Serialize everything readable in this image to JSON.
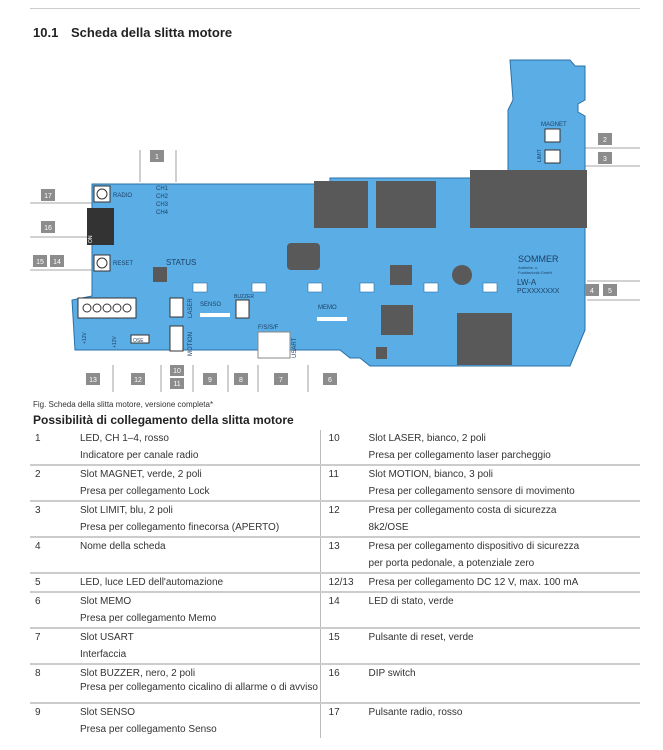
{
  "section": {
    "number": "10.1",
    "title": "Scheda della slitta motore"
  },
  "diagram": {
    "callouts": {
      "c1": "1",
      "c2": "2",
      "c3": "3",
      "c4": "4",
      "c5": "5",
      "c6": "6",
      "c7": "7",
      "c8": "8",
      "c9": "9",
      "c10": "10",
      "c11": "11",
      "c12": "12",
      "c13": "13",
      "c14": "14",
      "c15": "15",
      "c16": "16",
      "c17": "17"
    },
    "labels": {
      "radio": "RADIO",
      "reset": "RESET",
      "ch1": "CH1",
      "ch2": "CH2",
      "ch3": "CH3",
      "ch4": "CH4",
      "status": "STATUS",
      "senso": "SENSO",
      "buzzer": "BUZZER",
      "memo": "MEMO",
      "usart": "USART",
      "fssf": "F/S/S/F",
      "laser": "LASER",
      "motion": "MOTION",
      "magnet": "MAGNET",
      "limit": "LIMIT",
      "on": "ON",
      "ose": "OSE",
      "brand": "SOMMER",
      "brand_sub1": "Antriebs- u.",
      "brand_sub2": "Funktechnik GmbH",
      "board": "LW-A",
      "serial": "PCXXXXXXX",
      "v12": "+12V",
      "v12b": "+12V"
    }
  },
  "caption": "Fig. Scheda della slitta motore, versione completa*",
  "subheading": "Possibilità di collegamento della slitta motore",
  "rows": [
    {
      "l": {
        "n": "1",
        "lines": [
          "LED, CH 1–4, rosso",
          "Indicatore per canale radio"
        ]
      },
      "r": {
        "n": "10",
        "lines": [
          "Slot LASER, bianco, 2 poli",
          "Presa per collegamento laser parcheggio"
        ]
      }
    },
    {
      "l": {
        "n": "2",
        "lines": [
          "Slot MAGNET, verde, 2 poli",
          "Presa per collegamento Lock"
        ]
      },
      "r": {
        "n": "11",
        "lines": [
          "Slot MOTION, bianco, 3 poli",
          "Presa per collegamento sensore di movimento"
        ]
      }
    },
    {
      "l": {
        "n": "3",
        "lines": [
          "Slot LIMIT, blu, 2 poli",
          "Presa per collegamento finecorsa (APERTO)"
        ]
      },
      "r": {
        "n": "12",
        "lines": [
          "Presa per collegamento costa di sicurezza",
          "8k2/OSE"
        ]
      }
    },
    {
      "l": {
        "n": "4",
        "lines": [
          "Nome della scheda"
        ]
      },
      "r": {
        "n": "13",
        "lines": [
          "Presa per collegamento dispositivo di sicurezza",
          "per porta pedonale, a potenziale zero"
        ]
      }
    },
    {
      "l": {
        "n": "5",
        "lines": [
          "LED, luce LED dell'automazione"
        ]
      },
      "r": {
        "n": "12/13",
        "lines": [
          "Presa per collegamento DC 12 V, max. 100 mA"
        ]
      }
    },
    {
      "l": {
        "n": "6",
        "lines": [
          "Slot MEMO",
          "Presa per collegamento Memo"
        ]
      },
      "r": {
        "n": "14",
        "lines": [
          "LED di stato, verde"
        ]
      }
    },
    {
      "l": {
        "n": "7",
        "lines": [
          "Slot USART",
          "Interfaccia"
        ]
      },
      "r": {
        "n": "15",
        "lines": [
          "Pulsante di reset, verde"
        ]
      }
    },
    {
      "l": {
        "n": "8",
        "lines": [
          "Slot BUZZER, nero, 2 poli",
          "Presa per collegamento cicalino di allarme o di avviso"
        ]
      },
      "r": {
        "n": "16",
        "lines": [
          "DIP switch"
        ]
      }
    },
    {
      "l": {
        "n": "9",
        "lines": [
          "Slot SENSO",
          "Presa per collegamento Senso"
        ]
      },
      "r": {
        "n": "17",
        "lines": [
          "Pulsante radio, rosso"
        ]
      }
    }
  ]
}
